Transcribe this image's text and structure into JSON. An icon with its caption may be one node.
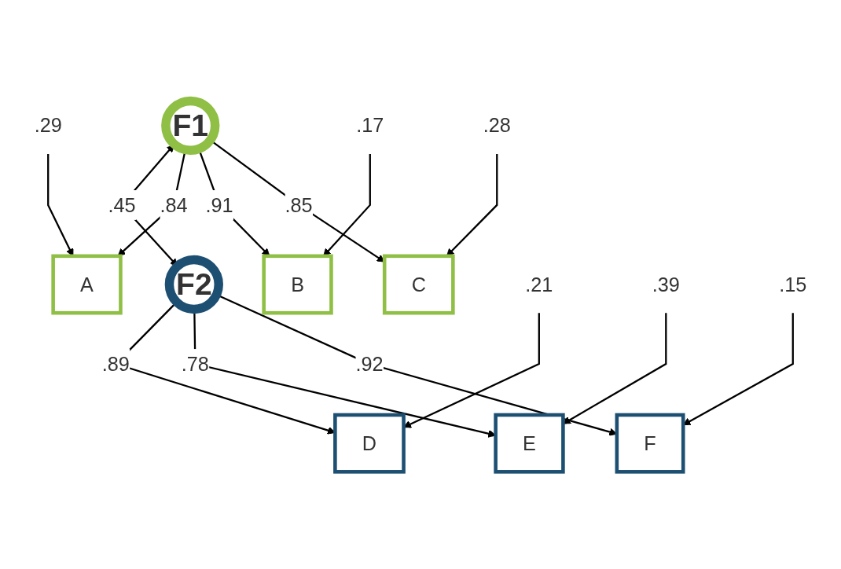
{
  "diagram": {
    "nodes": [
      {
        "text": [
          "F1"
        ]
      },
      {
        "text": [
          "F2"
        ]
      },
      {
        "text": [
          "A"
        ]
      },
      {
        "text": [
          "B"
        ]
      },
      {
        "text": [
          "C"
        ]
      },
      {
        "text": [
          "D"
        ]
      },
      {
        "text": [
          "E"
        ]
      },
      {
        "text": [
          "F"
        ]
      },
      {
        "text": [
          ".29"
        ]
      },
      {
        "text": [
          ".17"
        ]
      },
      {
        "text": [
          ".28"
        ]
      },
      {
        "text": [
          ".21"
        ]
      },
      {
        "text": [
          ".39"
        ]
      },
      {
        "text": [
          ".15"
        ]
      }
    ],
    "edges": [
      {
        "from": 0,
        "to": 1,
        "arrow": "both",
        "label": ".45"
      },
      {
        "from": 0,
        "to": 2,
        "arrow": "to",
        "label": ".84"
      },
      {
        "from": 0,
        "to": 3,
        "arrow": "to",
        "label": ".91"
      },
      {
        "from": 0,
        "to": 4,
        "arrow": "to",
        "label": ".85"
      },
      {
        "from": 1,
        "to": 5,
        "arrow": "to",
        "label": ".89"
      },
      {
        "from": 1,
        "to": 6,
        "arrow": "to",
        "label": ".78"
      },
      {
        "from": 1,
        "to": 7,
        "arrow": "to",
        "label": ".92"
      },
      {
        "from": 8,
        "to": 2,
        "arrow": "to"
      },
      {
        "from": 9,
        "to": 3,
        "arrow": "to"
      },
      {
        "from": 10,
        "to": 4,
        "arrow": "to"
      },
      {
        "from": 11,
        "to": 5,
        "arrow": "to"
      },
      {
        "from": 12,
        "to": 6,
        "arrow": "to"
      },
      {
        "from": 13,
        "to": 7,
        "arrow": "to"
      }
    ]
  }
}
